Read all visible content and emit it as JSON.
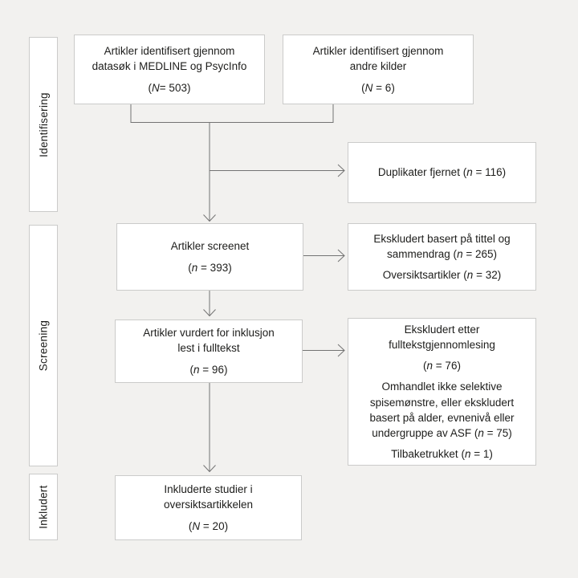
{
  "colors": {
    "background": "#f2f1ef",
    "box_fill": "#ffffff",
    "box_border": "#cbcbca",
    "connector": "#737373",
    "text": "#1d1d1b"
  },
  "sidebar": {
    "stages": [
      {
        "label": "Identifisering"
      },
      {
        "label": "Screening"
      },
      {
        "label": "Inkludert"
      }
    ]
  },
  "boxes": {
    "identified_databases": {
      "rows": [
        [
          {
            "t": "Artikler identifisert gjennom"
          }
        ],
        [
          {
            "t": "datasøk i MEDLINE og PsycInfo"
          }
        ],
        [
          {
            "t": "("
          },
          {
            "t": "N",
            "i": true
          },
          {
            "t": "= 503)"
          }
        ]
      ]
    },
    "identified_other": {
      "rows": [
        [
          {
            "t": "Artikler identifisert gjennom"
          }
        ],
        [
          {
            "t": "andre kilder"
          }
        ],
        [
          {
            "t": "("
          },
          {
            "t": "N",
            "i": true
          },
          {
            "t": " = 6)"
          }
        ]
      ]
    },
    "duplicates_removed": {
      "rows": [
        [
          {
            "t": "Duplikater fjernet ("
          },
          {
            "t": "n",
            "i": true
          },
          {
            "t": " = 116)"
          }
        ]
      ]
    },
    "screened": {
      "rows": [
        [
          {
            "t": "Artikler screenet"
          }
        ],
        [
          {
            "t": "("
          },
          {
            "t": "n",
            "i": true
          },
          {
            "t": " = 393)"
          }
        ]
      ]
    },
    "excluded_title_abstract": {
      "rows": [
        [
          {
            "t": "Ekskludert basert på tittel og sammendrag ("
          },
          {
            "t": "n",
            "i": true
          },
          {
            "t": " = 265)"
          }
        ],
        [
          {
            "t": "Oversiktsartikler ("
          },
          {
            "t": "n",
            "i": true
          },
          {
            "t": " = 32)"
          }
        ]
      ]
    },
    "fulltext_assessed": {
      "rows": [
        [
          {
            "t": "Artikler vurdert for inklusjon"
          }
        ],
        [
          {
            "t": "lest i fulltekst"
          }
        ],
        [
          {
            "t": "("
          },
          {
            "t": "n",
            "i": true
          },
          {
            "t": " = 96)"
          }
        ]
      ]
    },
    "excluded_fulltext": {
      "rows": [
        [
          {
            "t": "Ekskludert etter fulltekstgjennomlesing"
          }
        ],
        [
          {
            "t": "("
          },
          {
            "t": "n",
            "i": true
          },
          {
            "t": " = 76)"
          }
        ],
        [
          {
            "t": "Omhandlet ikke selektive spisemønstre, eller ekskludert basert på alder, evnenivå eller undergruppe av ASF ("
          },
          {
            "t": "n",
            "i": true
          },
          {
            "t": " = 75)"
          }
        ],
        [
          {
            "t": "Tilbaketrukket ("
          },
          {
            "t": "n",
            "i": true
          },
          {
            "t": " = 1)"
          }
        ]
      ]
    },
    "included_studies": {
      "rows": [
        [
          {
            "t": "Inkluderte studier i"
          }
        ],
        [
          {
            "t": "oversiktsartikkelen"
          }
        ],
        [
          {
            "t": "("
          },
          {
            "t": "N",
            "i": true
          },
          {
            "t": " = 20)"
          }
        ]
      ]
    }
  }
}
